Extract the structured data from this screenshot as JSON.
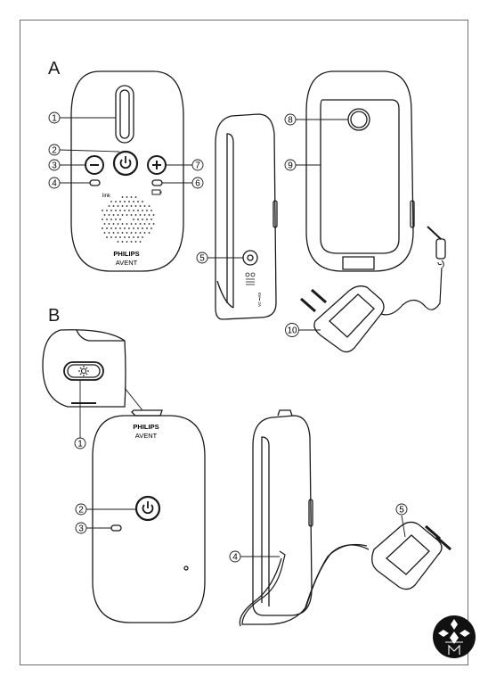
{
  "sections": {
    "a_label": "A",
    "b_label": "B"
  },
  "device_a": {
    "brand_line1": "PHILIPS",
    "brand_line2": "AVENT",
    "link_label": "link",
    "side_markings": "6V⎓ 2A"
  },
  "device_b": {
    "brand_line1": "PHILIPS",
    "brand_line2": "AVENT"
  },
  "callouts_a": [
    "1",
    "2",
    "3",
    "4",
    "5",
    "6",
    "7",
    "8",
    "9",
    "10"
  ],
  "callouts_b": [
    "1",
    "2",
    "3",
    "4",
    "5"
  ],
  "icons": {
    "power": "power-icon",
    "minus": "minus-icon",
    "plus": "plus-icon",
    "battery": "battery-icon",
    "light": "light-icon",
    "logo": "brand-emblem"
  },
  "colors": {
    "line": "#1a1a1a",
    "frame": "#6f6f6f",
    "logo_bg": "#111111"
  }
}
